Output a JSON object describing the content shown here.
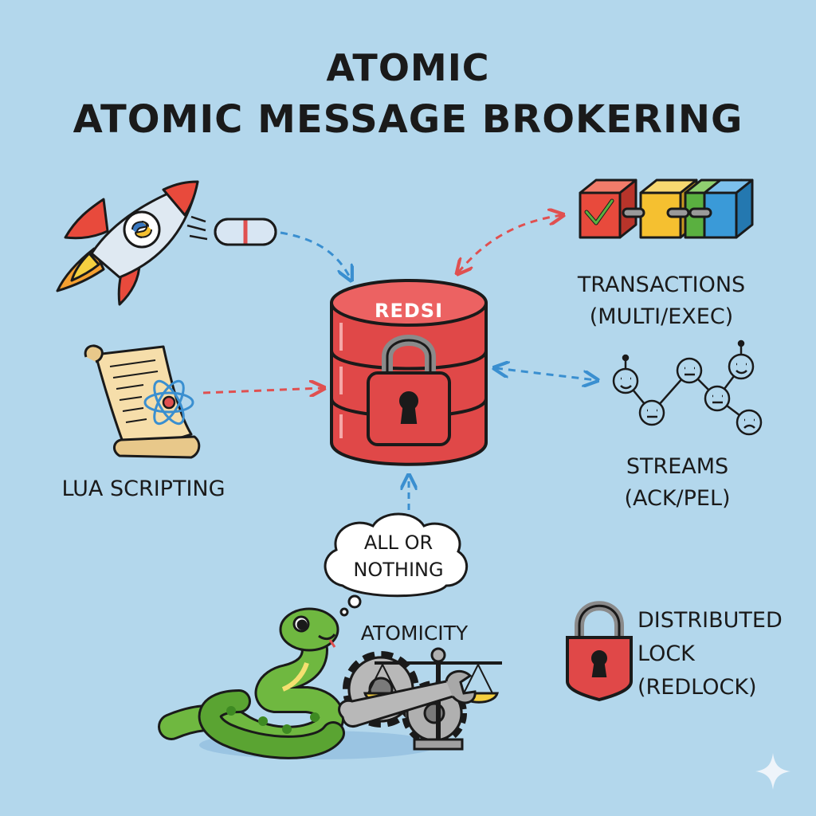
{
  "title": {
    "line1": "ATOMIC",
    "line2": "ATOMIC MESSAGE BROKERING"
  },
  "center": {
    "db_label": "REDSI"
  },
  "labels": {
    "transactions_1": "TRANSACTIONS",
    "transactions_2": "(MULTI/EXEC)",
    "lua": "LUA SCRIPTING",
    "streams_1": "STREAMS",
    "streams_2": "(ACK/PEL)",
    "bubble_1": "ALL OR",
    "bubble_2": "NOTHING",
    "atomicity": "ATOMICITY",
    "lock_1": "DISTRIBUTED",
    "lock_2": "LOCK",
    "lock_3": "(REDLOCK)"
  },
  "colors": {
    "background": "#b3d7ec",
    "database_red": "#e04848",
    "arrow_blue": "#3a8fd0",
    "arrow_red": "#e05050",
    "block_red": "#e84a3c",
    "block_yellow": "#f5c030",
    "block_green": "#5ab040",
    "block_blue": "#3a9ad8",
    "snake_green": "#6fb840"
  },
  "icons": [
    "rocket-icon",
    "capsule-icon",
    "scroll-icon",
    "atom-icon",
    "database-icon",
    "padlock-icon",
    "blocks-icon",
    "checkmark-icon",
    "stream-nodes-icon",
    "thought-bubble-icon",
    "snake-icon",
    "gear-icon",
    "scale-icon",
    "wrench-icon",
    "sparkle-icon"
  ]
}
